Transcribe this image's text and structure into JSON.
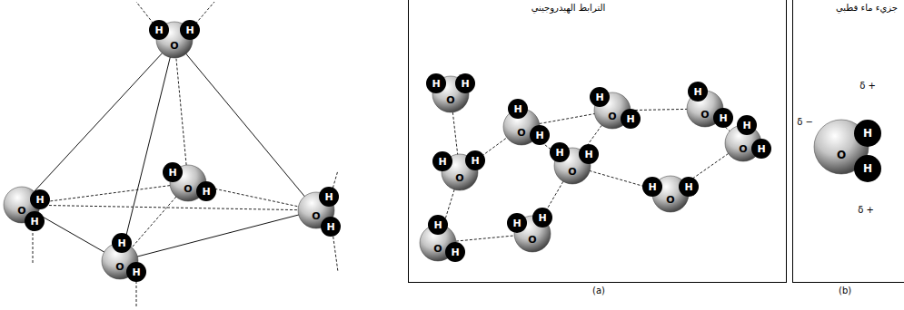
{
  "diagram": {
    "nodes": [
      {
        "text": [
          "الترابط الهيدروجيني",
          "(a)"
        ]
      },
      {
        "text": [
          "جزيء ماء قطبي",
          "(b)"
        ]
      }
    ],
    "labels": [
      "H",
      "H",
      "O",
      "H",
      "H",
      "O",
      "H",
      "H",
      "O",
      "H",
      "H",
      "O",
      "H",
      "H",
      "O",
      "H",
      "H",
      "O",
      "H",
      "H",
      "O",
      "H",
      "H",
      "O",
      "H",
      "H",
      "O",
      "H",
      "H",
      "O",
      "H",
      "H",
      "O",
      "H",
      "H",
      "O",
      "H",
      "H",
      "O",
      "H",
      "H",
      "O",
      "H",
      "H",
      "O",
      "H",
      "H",
      "O",
      "δ +",
      "δ −",
      "δ +"
    ]
  }
}
